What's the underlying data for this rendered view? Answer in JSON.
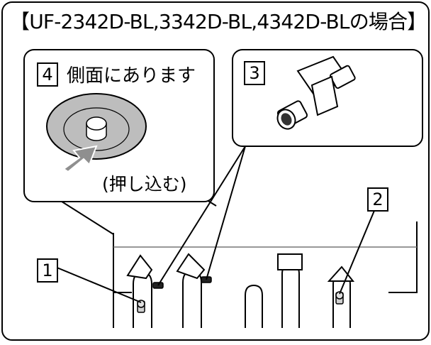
{
  "title": "【UF-2342D-BL,3342D-BL,4342D-BLの場合】",
  "callouts": {
    "c1": "1",
    "c2": "2",
    "c3": "3",
    "c4": "4"
  },
  "panel4": {
    "heading": "側面にあります",
    "instruction": "(押し込む)"
  },
  "colors": {
    "line": "#000000",
    "gray": "#bdbdbd",
    "mid_gray": "#8f8f8f",
    "dark_gray": "#333333",
    "pipe_white": "#ffffff"
  }
}
